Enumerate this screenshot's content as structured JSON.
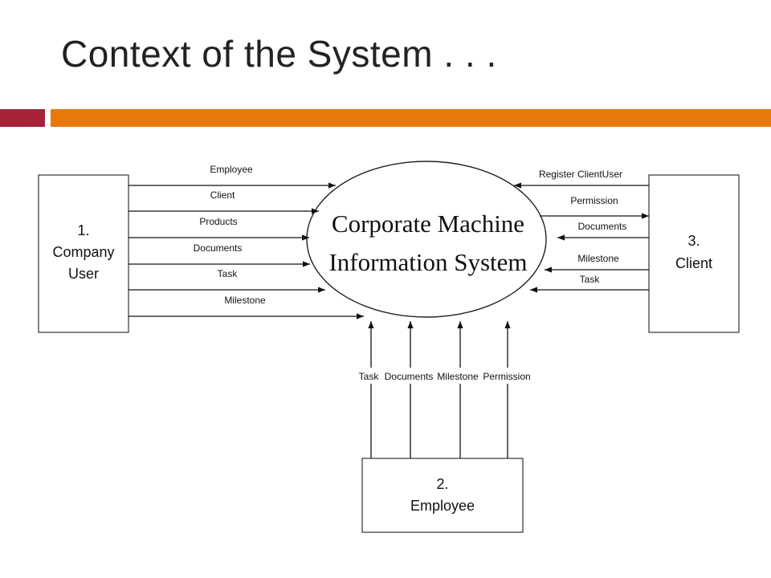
{
  "slide": {
    "title": "Context of the System . . ."
  },
  "colors": {
    "accent_red": "#a8233a",
    "accent_orange": "#e8780c"
  },
  "diagram": {
    "system": {
      "line1": "Corporate Machine",
      "line2": "Information System"
    },
    "company_user": {
      "num": "1.",
      "line1": "Company",
      "line2": "User"
    },
    "client": {
      "num": "3.",
      "line1": "Client"
    },
    "employee": {
      "num": "2.",
      "line1": "Employee"
    },
    "company_user_flows": [
      "Employee",
      "Client",
      "Products",
      "Documents",
      "Task",
      "Milestone"
    ],
    "client_flows": [
      "Register ClientUser",
      "Permission",
      "Documents",
      "Milestone",
      "Task"
    ],
    "employee_flows": [
      "Task",
      "Documents",
      "Milestone",
      "Permission"
    ]
  }
}
